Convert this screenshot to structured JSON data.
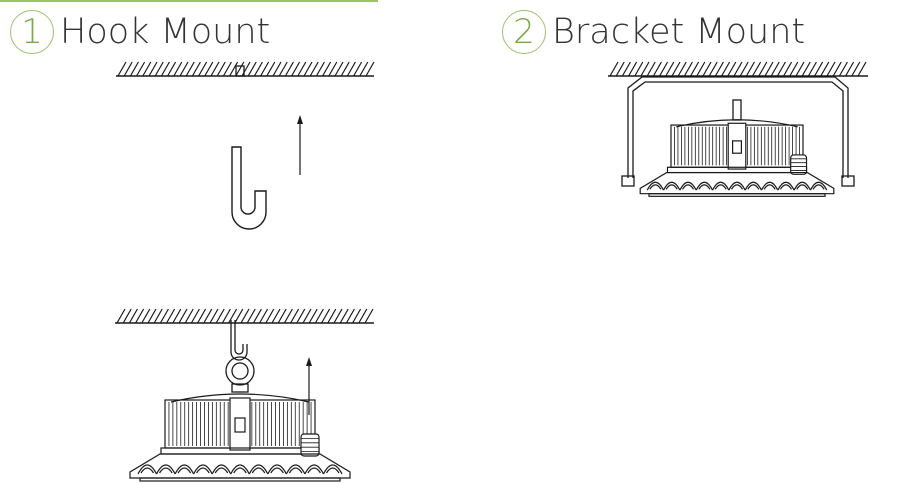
{
  "colors": {
    "accent": "#9bc36a",
    "ink": "#1a1a1a",
    "heading": "#333333"
  },
  "sections": [
    {
      "number": "1",
      "title": "Hook Mount"
    },
    {
      "number": "2",
      "title": "Bracket Mount"
    }
  ]
}
